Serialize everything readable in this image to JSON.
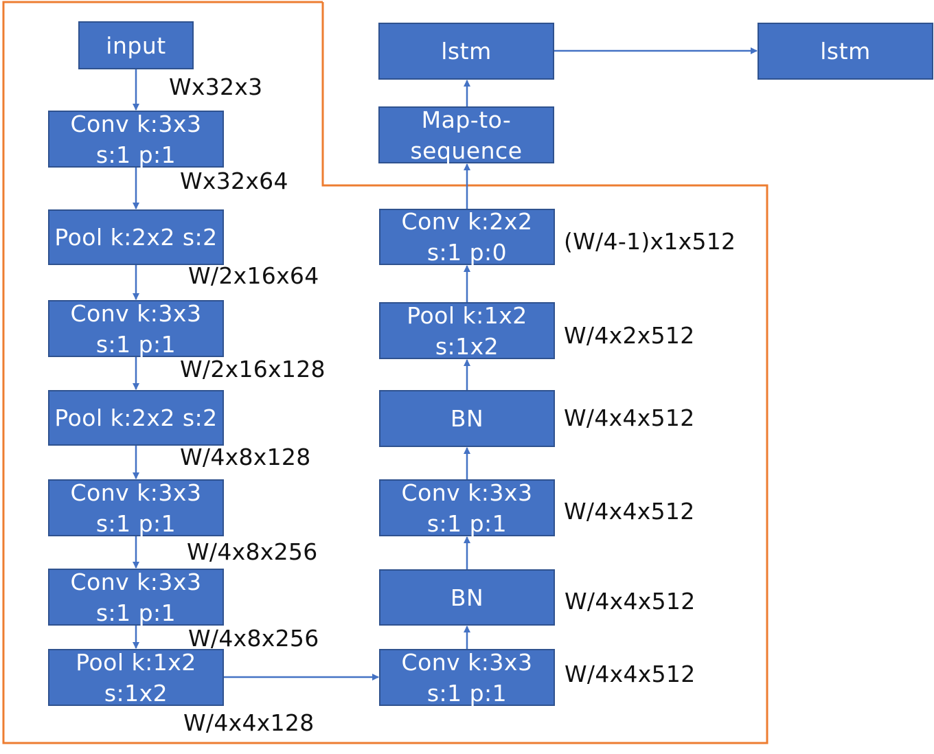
{
  "nodes": {
    "input": [
      "input"
    ],
    "conv1": [
      "Conv k:3x3",
      "s:1 p:1"
    ],
    "pool1": [
      "Pool k:2x2 s:2"
    ],
    "conv2": [
      "Conv k:3x3",
      "s:1 p:1"
    ],
    "pool2": [
      "Pool k:2x2 s:2"
    ],
    "conv3": [
      "Conv k:3x3",
      "s:1 p:1"
    ],
    "conv4": [
      "Conv k:3x3",
      "s:1 p:1"
    ],
    "pool3": [
      "Pool k:1x2",
      "s:1x2"
    ],
    "conv5": [
      "Conv k:3x3",
      "s:1 p:1"
    ],
    "bn1": [
      "BN"
    ],
    "conv6": [
      "Conv k:3x3",
      "s:1 p:1"
    ],
    "bn2": [
      "BN"
    ],
    "pool4": [
      "Pool k:1x2",
      "s:1x2"
    ],
    "conv7": [
      "Conv k:2x2",
      "s:1 p:0"
    ],
    "map_to_sequence": [
      "Map-to-",
      "sequence"
    ],
    "lstm1": [
      "lstm"
    ],
    "lstm2": [
      "lstm"
    ]
  },
  "dims": {
    "after_input": "Wx32x3",
    "after_conv1": "Wx32x64",
    "after_pool1": "W/2x16x64",
    "after_conv2": "W/2x16x128",
    "after_pool2": "W/4x8x128",
    "after_conv3": "W/4x8x256",
    "after_conv4": "W/4x8x256",
    "after_pool3": "W/4x4x128",
    "after_conv5": "W/4x4x512",
    "after_bn1": "W/4x4x512",
    "after_conv6": "W/4x4x512",
    "after_bn2": "W/4x4x512",
    "after_pool4": "W/4x2x512",
    "after_conv7": "(W/4-1)x1x512"
  },
  "colors": {
    "box_fill": "#4472c4",
    "box_border": "#2f528f",
    "arrow": "#4472c4",
    "region_outline": "#ed7d31"
  }
}
